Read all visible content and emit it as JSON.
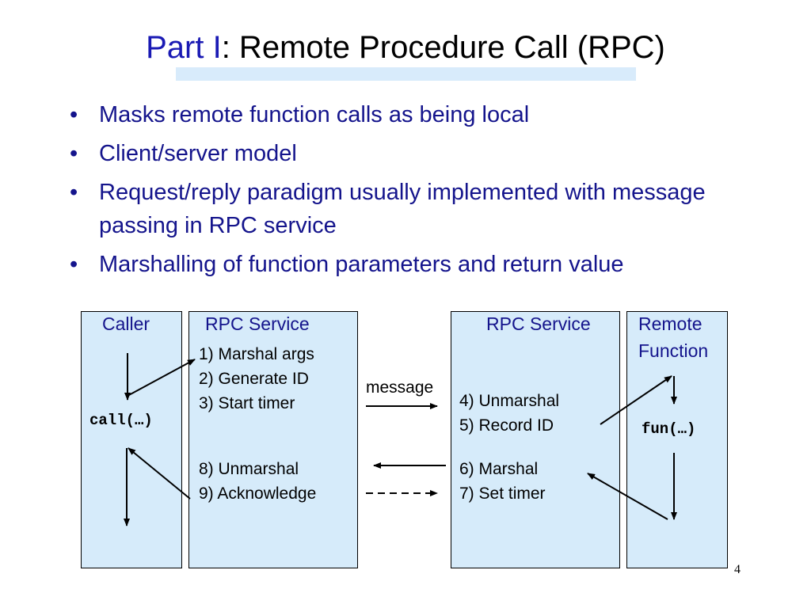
{
  "title": {
    "part": "Part I",
    "rest": ": Remote Procedure Call (RPC)"
  },
  "bullets": [
    "Masks remote function calls as being local",
    "Client/server model",
    "Request/reply paradigm usually implemented with message passing in RPC service",
    "Marshalling of function parameters and return value"
  ],
  "diagram": {
    "caller_label": "Caller",
    "rpc_service_left_label": "RPC Service",
    "rpc_service_right_label": "RPC Service",
    "remote_function_label": [
      "Remote",
      "Function"
    ],
    "caller_call": "call(…)",
    "remote_call": "fun(…)",
    "message_label": "message",
    "steps_left_top": [
      "1) Marshal args",
      "2) Generate ID",
      "3) Start timer"
    ],
    "steps_left_bottom": [
      "8) Unmarshal",
      "9) Acknowledge"
    ],
    "steps_right_top": [
      "4) Unmarshal",
      "5) Record ID"
    ],
    "steps_right_bottom": [
      "6) Marshal",
      "7) Set timer"
    ]
  },
  "page_number": "4"
}
